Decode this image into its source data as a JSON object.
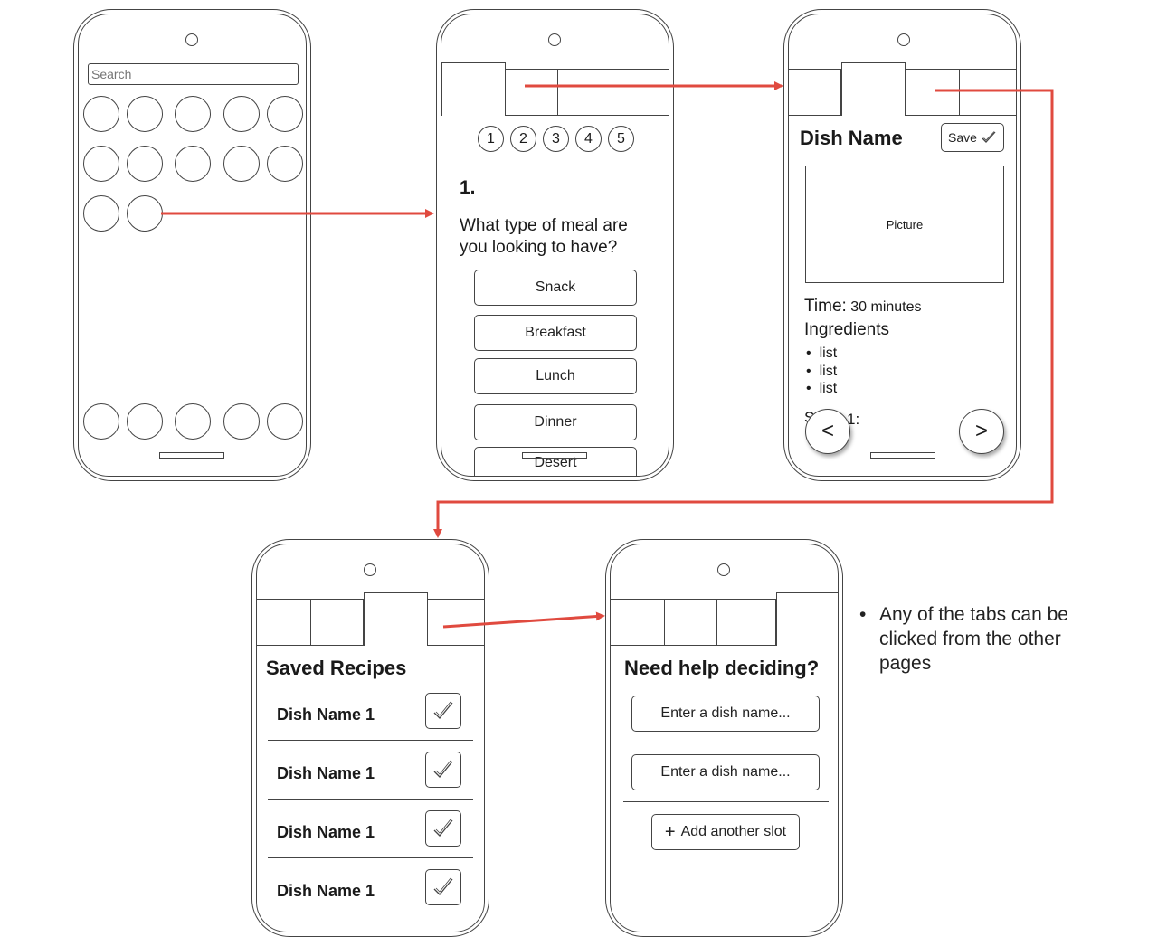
{
  "colors": {
    "arrow": "#e04a3f",
    "stroke": "#444444"
  },
  "phone1": {
    "search_placeholder": "Search"
  },
  "phone2": {
    "steps": [
      "1",
      "2",
      "3",
      "4",
      "5"
    ],
    "question_number": "1.",
    "question": "What type of meal are you looking to have?",
    "options": [
      "Snack",
      "Breakfast",
      "Lunch",
      "Dinner",
      "Desert"
    ]
  },
  "phone3": {
    "title": "Dish Name",
    "save_label": "Save",
    "picture_label": "Picture",
    "time_label": "Time:",
    "time_value": "30 minutes",
    "ingredients_label": "Ingredients",
    "ingredients": [
      "list",
      "list",
      "list"
    ],
    "step_partial_left": "S",
    "step_partial_right": "1:",
    "prev_label": "<",
    "next_label": ">"
  },
  "phone4": {
    "title": "Saved Recipes",
    "items": [
      "Dish Name 1",
      "Dish Name 1",
      "Dish Name 1",
      "Dish Name 1"
    ]
  },
  "phone5": {
    "title": "Need help deciding?",
    "input1_placeholder": "Enter a dish name...",
    "input2_placeholder": "Enter a dish name...",
    "add_slot_label": "Add another slot",
    "add_icon": "+"
  },
  "note": {
    "text": "Any of the tabs can be clicked from the other pages"
  }
}
